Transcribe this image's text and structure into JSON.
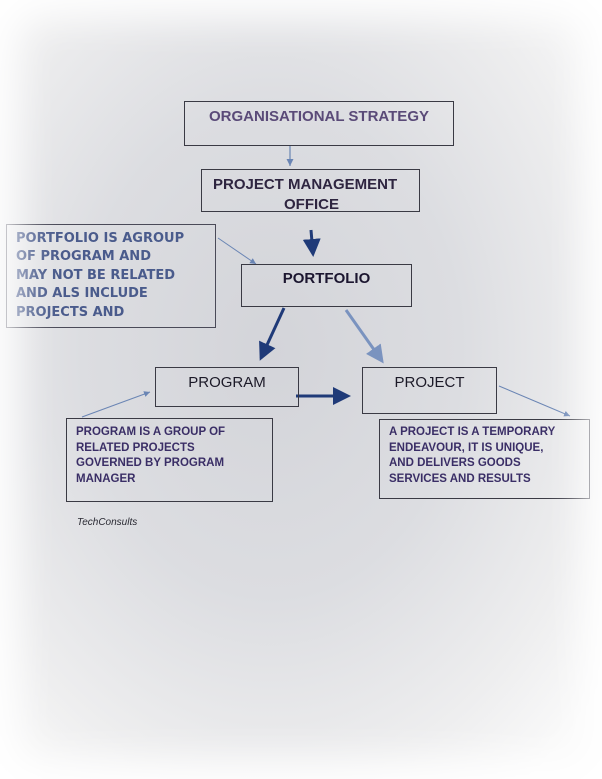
{
  "nodes": {
    "strategy": "ORGANISATIONAL STRATEGY",
    "pmo_line1": "PROJECT MANAGEMENT",
    "pmo_line2": "OFFICE",
    "portfolio": "PORTFOLIO",
    "program": "PROGRAM",
    "project": "PROJECT"
  },
  "notes": {
    "portfolio": [
      "PORTFOLIO IS AGROUP",
      "OF PROGRAM AND",
      "MAY NOT BE RELATED",
      "AND ALS INCLUDE",
      "PROJECTS AND"
    ],
    "program": [
      "PROGRAM IS A GROUP OF",
      "RELATED PROJECTS",
      "GOVERNED BY PROGRAM",
      "MANAGER"
    ],
    "project": [
      "A PROJECT IS A TEMPORARY",
      "ENDEAVOUR, IT IS UNIQUE,",
      "AND DELIVERS GOODS",
      "SERVICES AND RESULTS"
    ]
  },
  "credit": "TechConsults",
  "colors": {
    "strategy_text": "#5a4a78",
    "pmo_text": "#2e2540",
    "portfolio_note_text": "#4a5b8c",
    "note_text": "#3a2e66",
    "arrow_dark": "#1f3a78",
    "arrow_light": "#6a85b4"
  }
}
